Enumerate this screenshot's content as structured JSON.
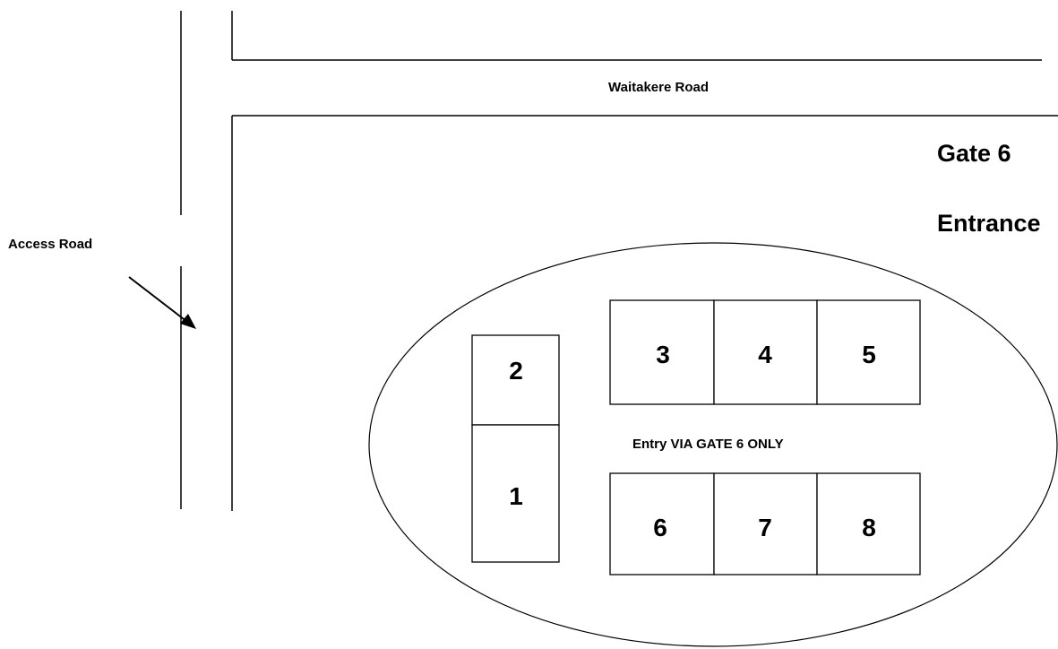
{
  "roads": {
    "waitakere": "Waitakere Road",
    "access": "Access Road"
  },
  "gate": {
    "line1": "Gate 6",
    "line2": "Entrance"
  },
  "notice": "Entry VIA GATE 6 ONLY",
  "plots": {
    "p1": "1",
    "p2": "2",
    "p3": "3",
    "p4": "4",
    "p5": "5",
    "p6": "6",
    "p7": "7",
    "p8": "8"
  }
}
